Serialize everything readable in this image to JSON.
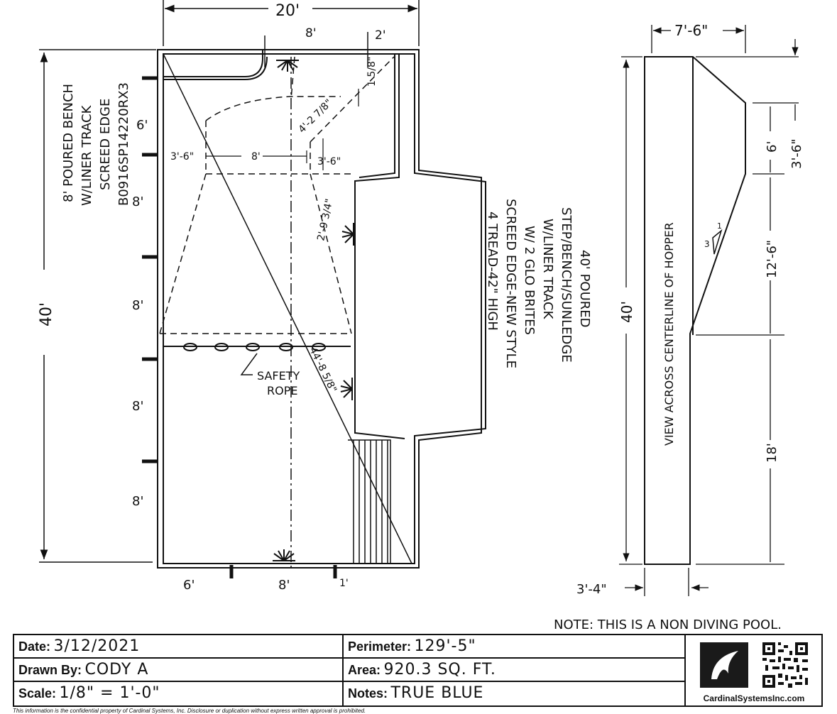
{
  "dimensions": {
    "top_overall": "20'",
    "top_left": "8'",
    "top_right": "2'",
    "left_overall": "40'",
    "left_seg_1": "6'",
    "left_seg_2": "8'",
    "left_seg_3": "8'",
    "left_seg_4": "8'",
    "left_seg_5": "8'",
    "inner_width_a": "3'-6\"",
    "inner_width_b": "8'",
    "inner_width_c": "3'-6\"",
    "small_1": "1 5/8\"",
    "diag_upper": "4'-2 7/8\"",
    "diag_mid": "2'-9 3/4\"",
    "diag_long": "44'-8 5/8\"",
    "bottom_1": "6'",
    "bottom_2": "8'",
    "bottom_3": "1'"
  },
  "callouts": {
    "bench_lines": [
      "8' POURED BENCH",
      "W/LINER TRACK",
      "SCREED EDGE",
      "B0916SP14220RX3"
    ],
    "step_lines": [
      "40' POURED",
      "STEP/BENCH/SUNLEDGE",
      "W/LINER TRACK",
      "W/ 2 GLO BRITES",
      "SCREED EDGE-NEW STYLE",
      "4 TREAD-42\" HIGH"
    ],
    "safety_rope_lines": [
      "SAFETY",
      "ROPE"
    ]
  },
  "section_view": {
    "width_top": "7'-6\"",
    "length": "40'",
    "dim_6": "6'",
    "dim_3_6": "3'-6\"",
    "dim_12_6": "12'-6\"",
    "dim_18": "18'",
    "bottom_width": "3'-4\"",
    "label": "VIEW ACROSS CENTERLINE OF HOPPER",
    "slope_run": "3",
    "slope_rise": "1"
  },
  "note": "NOTE: THIS IS A NON DIVING POOL.",
  "title_block": {
    "date_label": "Date:",
    "date_value": "3/12/2021",
    "drawn_label": "Drawn By:",
    "drawn_value": "CODY A",
    "scale_label": "Scale:",
    "scale_value": "1/8\" = 1'-0\"",
    "perimeter_label": "Perimeter:",
    "perimeter_value": "129'-5\"",
    "area_label": "Area:",
    "area_value": "920.3 SQ. FT.",
    "notes_label": "Notes:",
    "notes_value": "TRUE BLUE",
    "website": "CardinalSystemsInc.com"
  },
  "confidential": "This information is the confidential property of Cardinal Systems, Inc. Disclosure or duplication without express written approval is prohibited."
}
